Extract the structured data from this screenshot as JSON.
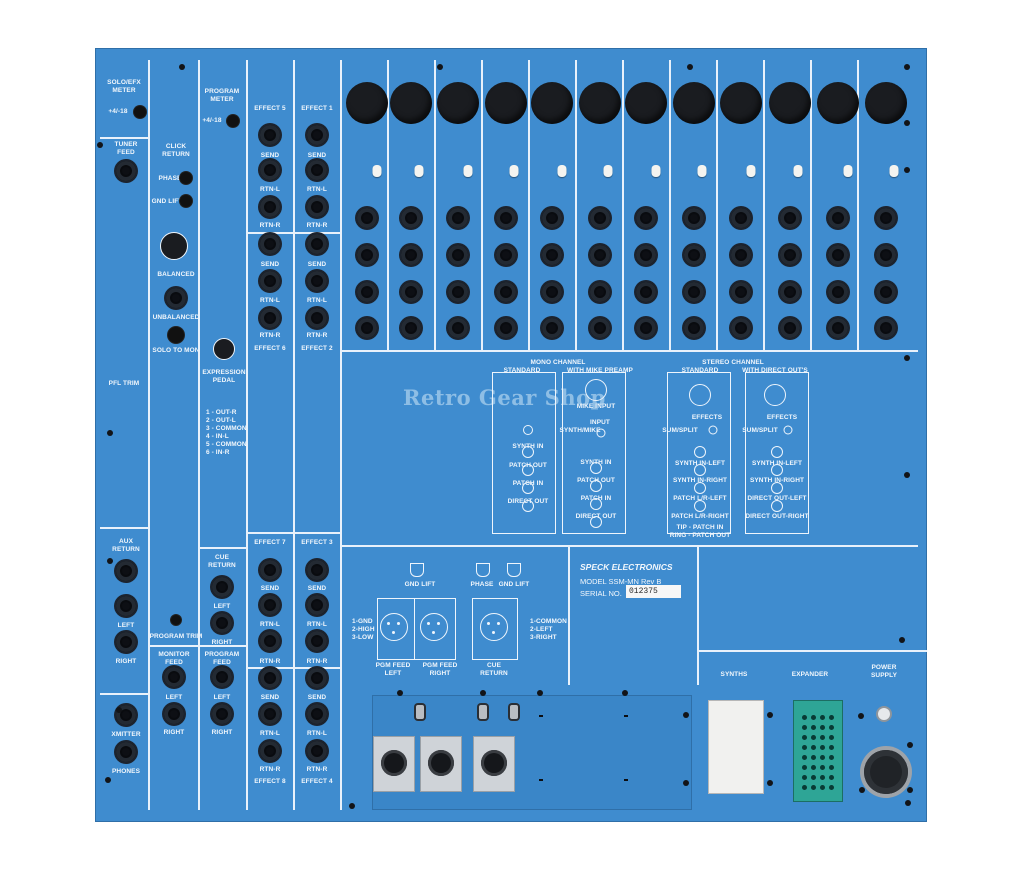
{
  "watermark": "Retro Gear Shop",
  "left_column": {
    "solo_efx_meter": "SOLO/EFX\nMETER",
    "plus_minus_18": "+4/-18",
    "tuner_feed": "TUNER\nFEED",
    "pfl_trim": "PFL TRIM",
    "aux_return": "AUX\nRETURN",
    "left": "LEFT",
    "right": "RIGHT",
    "xmitter": "XMITTER",
    "phones": "PHONES"
  },
  "click_column": {
    "click_return": "CLICK\nRETURN",
    "phase": "PHASE",
    "gnd_lift": "GND LIFT",
    "balanced": "BALANCED",
    "unbalanced": "UNBALANCED",
    "solo_to_mon": "SOLO TO MON",
    "program_trim": "PROGRAM TRIM",
    "monitor_feed": "MONITOR\nFEED",
    "left": "LEFT",
    "right": "RIGHT"
  },
  "program_column": {
    "program_meter": "PROGRAM\nMETER",
    "plus_minus_18": "+4/-18",
    "expression_pedal": "EXPRESSION\nPEDAL",
    "pinout": "1 - OUT-R\n2 - OUT-L\n3 - COMMON\n4 - IN-L\n5 - COMMON\n6 - IN-R",
    "cue_return": "CUE\nRETURN",
    "left": "LEFT",
    "right": "RIGHT",
    "program_feed": "PROGRAM\nFEED",
    "left2": "LEFT",
    "right2": "RIGHT"
  },
  "effects": {
    "effect5": "EFFECT 5",
    "effect1": "EFFECT 1",
    "effect6": "EFFECT 6",
    "effect2": "EFFECT 2",
    "effect7": "EFFECT 7",
    "effect3": "EFFECT 3",
    "effect8": "EFFECT 8",
    "effect4": "EFFECT 4",
    "send": "SEND",
    "rtn_l": "RTN-L",
    "rtn_r": "RTN-R"
  },
  "mono_channel": {
    "title": "MONO CHANNEL",
    "standard": "STANDARD",
    "with_mike_preamp": "WITH MIKE PREAMP",
    "mike_input": "MIKE INPUT",
    "input": "INPUT",
    "synth_mike": "SYNTH/MIKE",
    "synth_in": "SYNTH IN",
    "patch_out": "PATCH OUT",
    "patch_in": "PATCH IN",
    "direct_out": "DIRECT OUT"
  },
  "stereo_channel": {
    "title": "STEREO CHANNEL",
    "standard": "STANDARD",
    "with_direct_outs": "WITH DIRECT OUT'S",
    "effects": "EFFECTS",
    "sum_split": "SUM/SPLIT",
    "synth_in_left": "SYNTH IN-LEFT",
    "synth_in_right": "SYNTH IN-RIGHT",
    "patch_lr_left": "PATCH L/R-LEFT",
    "patch_lr_right": "PATCH L/R-RIGHT",
    "tip_note": "TIP - PATCH IN\nRING - PATCH OUT",
    "direct_out_left": "DIRECT OUT-LEFT",
    "direct_out_right": "DIRECT OUT-RIGHT"
  },
  "xlr_section": {
    "gnd_lift": "GND LIFT",
    "phase": "PHASE",
    "gnd_lift2": "GND LIFT",
    "pinout_left": "1-GND\n2-HIGH\n3-LOW",
    "pinout_right": "1-COMMON\n2-LEFT\n3-RIGHT",
    "pgm_feed_left": "PGM FEED\nLEFT",
    "pgm_feed_right": "PGM FEED\nRIGHT",
    "cue_return": "CUE\nRETURN"
  },
  "plaque": {
    "brand": "SPECK ELECTRONICS",
    "model": "MODEL SSM-MN  Rev B",
    "serial_label": "SERIAL NO.",
    "serial": "012375"
  },
  "connectors": {
    "synths": "SYNTHS",
    "expander": "EXPANDER",
    "power_supply": "POWER\nSUPPLY"
  },
  "colors": {
    "panel": "#3f8ccf",
    "lines": "#e8f1fb",
    "jack": "#0d0f14",
    "expander": "#2ea596"
  }
}
